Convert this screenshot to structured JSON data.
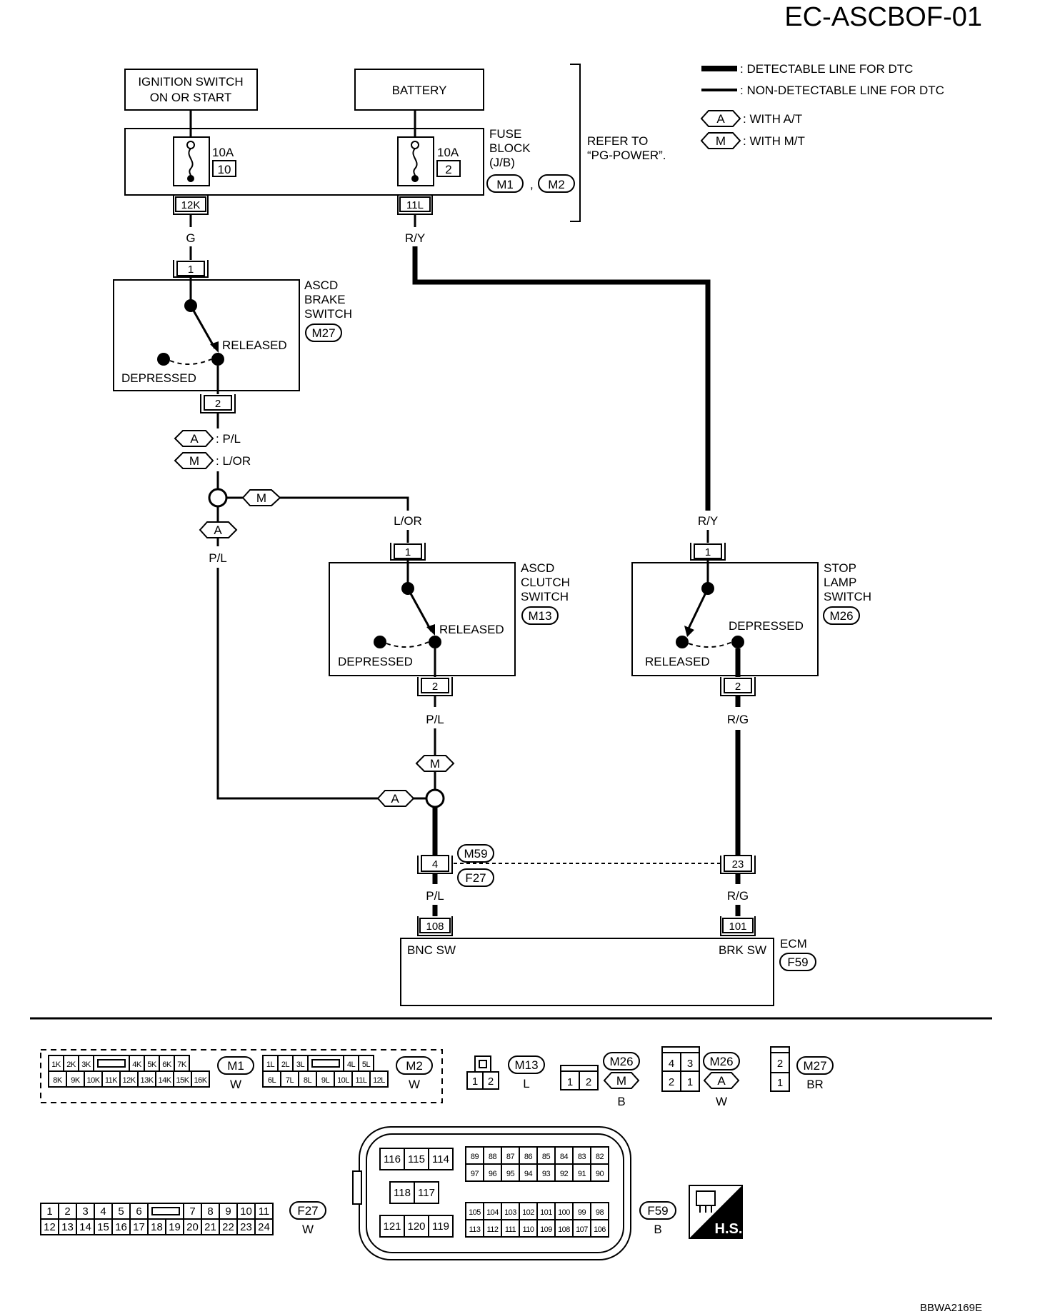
{
  "header": {
    "diagram_id": "EC-ASCBOF-01",
    "ref_code": "BBWA2169E"
  },
  "legend": {
    "detectable": ": DETECTABLE LINE FOR DTC",
    "non_detectable": ": NON-DETECTABLE LINE FOR DTC",
    "a_tag": "A",
    "a_text": ": WITH A/T",
    "m_tag": "M",
    "m_text": ": WITH M/T"
  },
  "power": {
    "ignition_line1": "IGNITION SWITCH",
    "ignition_line2": "ON OR START",
    "battery": "BATTERY",
    "fuse_block_1": "FUSE",
    "fuse_block_2": "BLOCK",
    "fuse_block_3": "(J/B)",
    "fuse_m1": "M1",
    "fuse_comma": ",",
    "fuse_m2": "M2",
    "refer_1": "REFER TO",
    "refer_2": "“PG-POWER”.",
    "fuse1_amp": "10A",
    "fuse1_no": "10",
    "fuse1_conn": "12K",
    "fuse1_wire": "G",
    "fuse2_amp": "10A",
    "fuse2_no": "2",
    "fuse2_conn": "11L",
    "fuse2_wire": "R/Y"
  },
  "brake_switch": {
    "name1": "ASCD",
    "name2": "BRAKE",
    "name3": "SWITCH",
    "conn": "M27",
    "pin_top": "1",
    "pin_bottom": "2",
    "released": "RELEASED",
    "depressed": "DEPRESSED",
    "wire_a": ": P/L",
    "wire_m": ": L/OR"
  },
  "clutch_switch": {
    "name1": "ASCD",
    "name2": "CLUTCH",
    "name3": "SWITCH",
    "conn": "M13",
    "pin_top": "1",
    "pin_bottom": "2",
    "released": "RELEASED",
    "depressed": "DEPRESSED",
    "wire_in": "L/OR",
    "wire_out": "P/L"
  },
  "stop_lamp_switch": {
    "name1": "STOP",
    "name2": "LAMP",
    "name3": "SWITCH",
    "conn": "M26",
    "pin_top": "1",
    "pin_bottom": "2",
    "depressed": "DEPRESSED",
    "released": "RELEASED",
    "wire_in": "R/Y",
    "wire_out": "R/G"
  },
  "split": {
    "a_tag": "A",
    "m_tag": "M",
    "wire_a": "P/L"
  },
  "joint": {
    "m59": "M59",
    "f27": "F27",
    "pin_left": "4",
    "pin_right": "23",
    "wire_left": "P/L",
    "wire_right": "R/G"
  },
  "ecm": {
    "name": "ECM",
    "conn": "F59",
    "pin_left": "108",
    "pin_right": "101",
    "label_left": "BNC SW",
    "label_right": "BRK SW"
  },
  "connectors": {
    "m1_top": [
      "1K",
      "2K",
      "3K",
      "",
      "4K",
      "5K",
      "6K",
      "7K"
    ],
    "m1_bottom": [
      "8K",
      "9K",
      "10K",
      "11K",
      "12K",
      "13K",
      "14K",
      "15K",
      "16K"
    ],
    "m1_id": "M1",
    "m1_color": "W",
    "m2_top": [
      "1L",
      "2L",
      "3L",
      "",
      "4L",
      "5L"
    ],
    "m2_bottom": [
      "6L",
      "7L",
      "8L",
      "9L",
      "10L",
      "11L",
      "12L"
    ],
    "m2_id": "M2",
    "m2_color": "W",
    "m13_pins": [
      "1",
      "2"
    ],
    "m13_id": "M13",
    "m13_color": "L",
    "m26m_pins": [
      "1",
      "2"
    ],
    "m26m_id": "M26",
    "m26m_tag": "M",
    "m26m_color": "B",
    "m26a_pins": [
      "4",
      "3",
      "2",
      "1"
    ],
    "m26a_id": "M26",
    "m26a_tag": "A",
    "m26a_color": "W",
    "m27_pins": [
      "2",
      "1"
    ],
    "m27_id": "M27",
    "m27_color": "BR",
    "f27_top": [
      "1",
      "2",
      "3",
      "4",
      "5",
      "6",
      "",
      "7",
      "8",
      "9",
      "10",
      "11"
    ],
    "f27_bottom": [
      "12",
      "13",
      "14",
      "15",
      "16",
      "17",
      "18",
      "19",
      "20",
      "21",
      "22",
      "23",
      "24"
    ],
    "f27_id": "F27",
    "f27_color": "W",
    "f59_a1": [
      "116",
      "115",
      "114"
    ],
    "f59_a2": [
      "118",
      "117"
    ],
    "f59_a3": [
      "121",
      "120",
      "119"
    ],
    "f59_b1": [
      "89",
      "88",
      "87",
      "86",
      "85",
      "84",
      "83",
      "82"
    ],
    "f59_b2": [
      "97",
      "96",
      "95",
      "94",
      "93",
      "92",
      "91",
      "90"
    ],
    "f59_c1": [
      "105",
      "104",
      "103",
      "102",
      "101",
      "100",
      "99",
      "98"
    ],
    "f59_c2": [
      "113",
      "112",
      "111",
      "110",
      "109",
      "108",
      "107",
      "106"
    ],
    "f59_id": "F59",
    "f59_color": "B",
    "hs_label": "H.S."
  }
}
